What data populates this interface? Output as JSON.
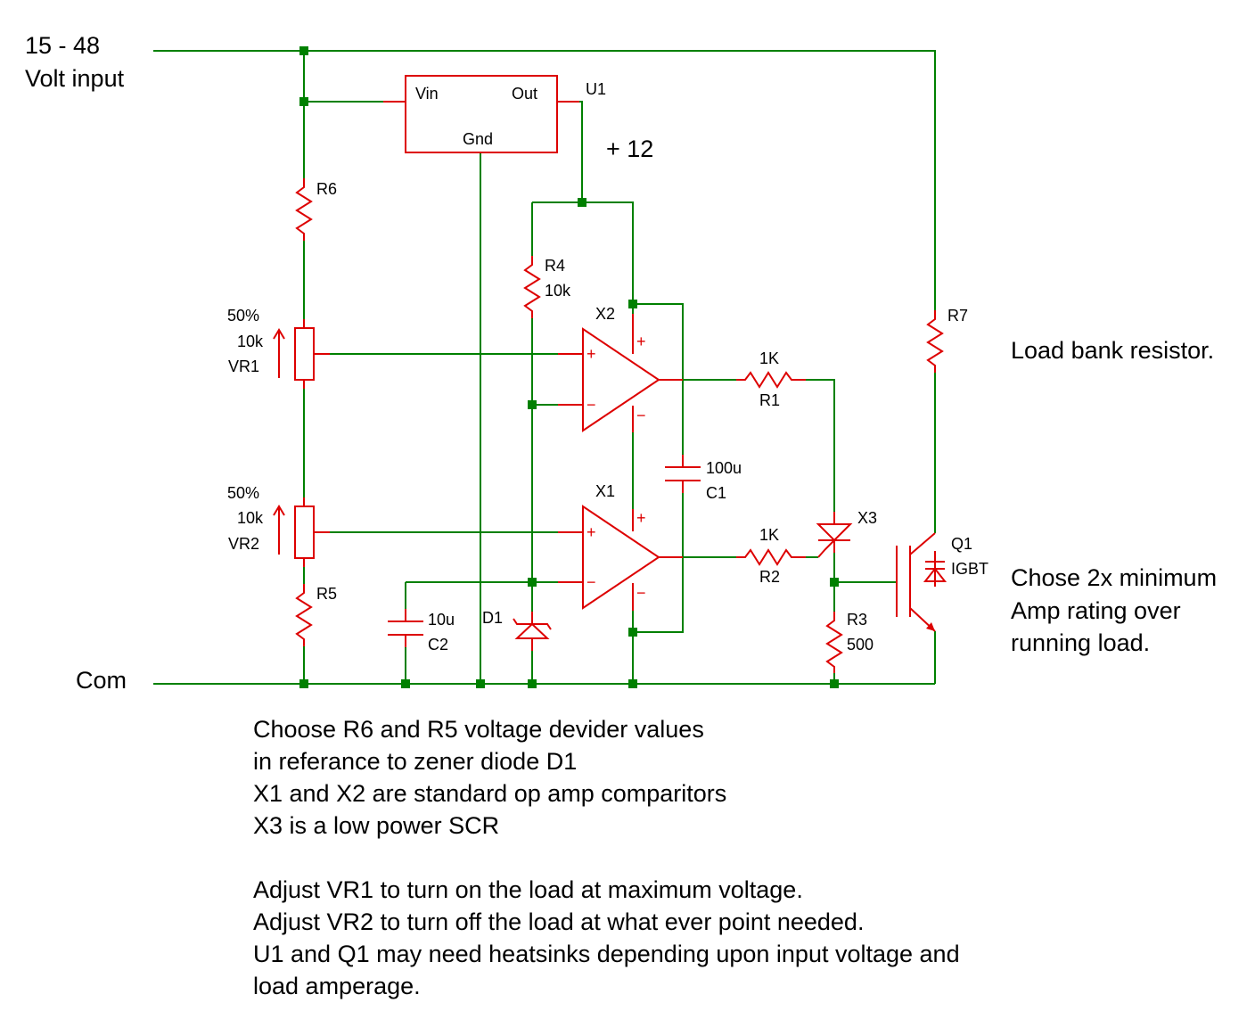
{
  "labels": {
    "input_line1": "15 - 48",
    "input_line2": "Volt input",
    "com": "Com",
    "plus12": "+ 12",
    "load_bank": "Load bank resistor.",
    "igbt_note": [
      "Chose 2x minimum",
      "Amp rating over",
      "running load."
    ]
  },
  "components": {
    "u1": {
      "ref": "U1",
      "vin": "Vin",
      "out": "Out",
      "gnd": "Gnd"
    },
    "r6": {
      "ref": "R6"
    },
    "r5": {
      "ref": "R5"
    },
    "r4": {
      "ref": "R4",
      "value": "10k"
    },
    "r7": {
      "ref": "R7"
    },
    "r1": {
      "ref": "R1",
      "value": "1K"
    },
    "r2": {
      "ref": "R2",
      "value": "1K"
    },
    "r3": {
      "ref": "R3",
      "value": "500"
    },
    "vr1": {
      "ref": "VR1",
      "value": "10k",
      "setting": "50%"
    },
    "vr2": {
      "ref": "VR2",
      "value": "10k",
      "setting": "50%"
    },
    "c1": {
      "ref": "C1",
      "value": "100u"
    },
    "c2": {
      "ref": "C2",
      "value": "10u"
    },
    "d1": {
      "ref": "D1"
    },
    "x1": {
      "ref": "X1"
    },
    "x2": {
      "ref": "X2"
    },
    "x3": {
      "ref": "X3"
    },
    "q1": {
      "ref": "Q1",
      "type": "IGBT"
    },
    "opamp_signs": {
      "plus": "+",
      "minus": "−"
    }
  },
  "notes": [
    "Choose R6 and R5 voltage devider values",
    "in referance to zener diode D1",
    "X1 and X2 are standard op amp comparitors",
    "X3 is a low power SCR",
    "",
    "Adjust VR1 to turn on the load at maximum voltage.",
    "Adjust VR2 to turn off the load at what ever point needed.",
    "U1 and Q1 may need heatsinks depending upon input voltage and",
    "load amperage."
  ],
  "colors": {
    "wire": "#008000",
    "component": "#dd0000",
    "text": "#000000"
  }
}
